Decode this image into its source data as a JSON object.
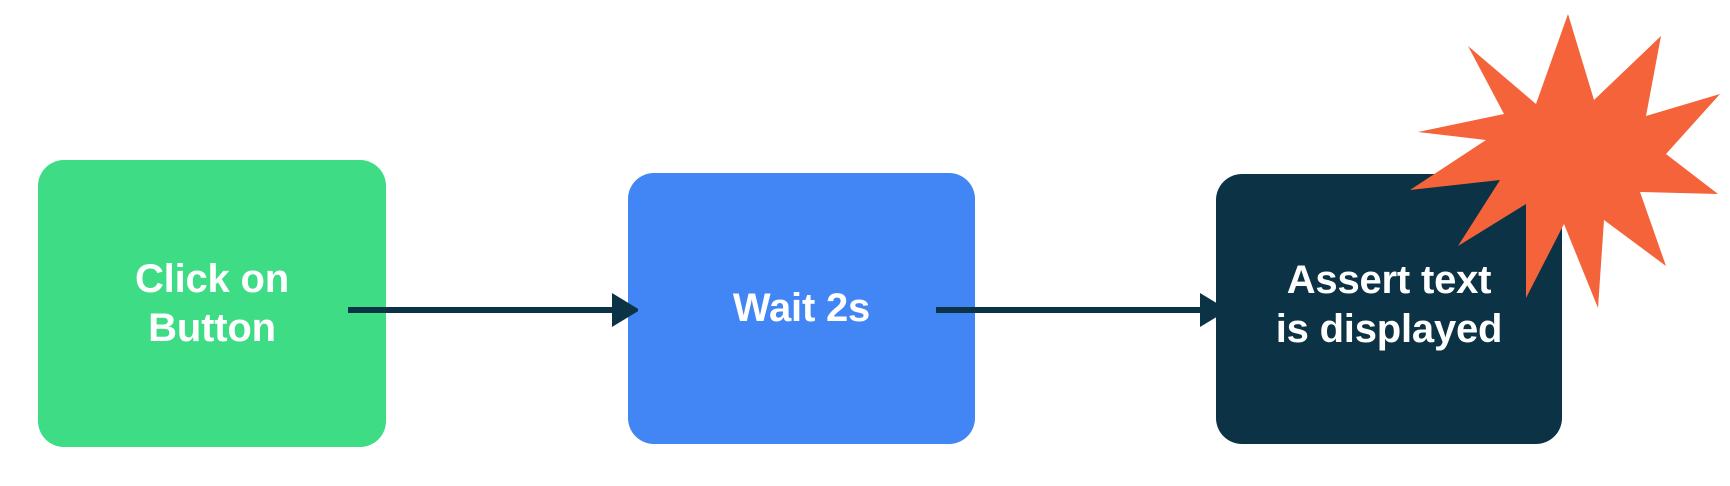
{
  "diagram": {
    "title": "test-step-flow",
    "background_color": "#ffffff",
    "nodes": [
      {
        "id": "click-on-button",
        "label": "Click on\nButton",
        "color": "#3ddc85",
        "text_color": "#ffffff",
        "shape": "rounded-rectangle"
      },
      {
        "id": "wait-2s",
        "label": "Wait 2s",
        "color": "#4285f4",
        "text_color": "#ffffff",
        "shape": "rounded-rectangle"
      },
      {
        "id": "assert-text-is-displayed",
        "label": "Assert text\nis displayed",
        "color": "#0c3345",
        "text_color": "#ffffff",
        "shape": "rounded-rectangle"
      }
    ],
    "connectors": [
      {
        "id": "connector-1",
        "from": "click-on-button",
        "to": "wait-2s",
        "color": "#0c3345",
        "style": "solid-arrow"
      },
      {
        "id": "connector-2",
        "from": "wait-2s",
        "to": "assert-text-is-displayed",
        "color": "#0c3345",
        "style": "solid-arrow"
      }
    ],
    "decorations": [
      {
        "id": "starburst",
        "shape": "starburst",
        "color": "#f4633a",
        "attached_to": "assert-text-is-displayed"
      }
    ]
  }
}
